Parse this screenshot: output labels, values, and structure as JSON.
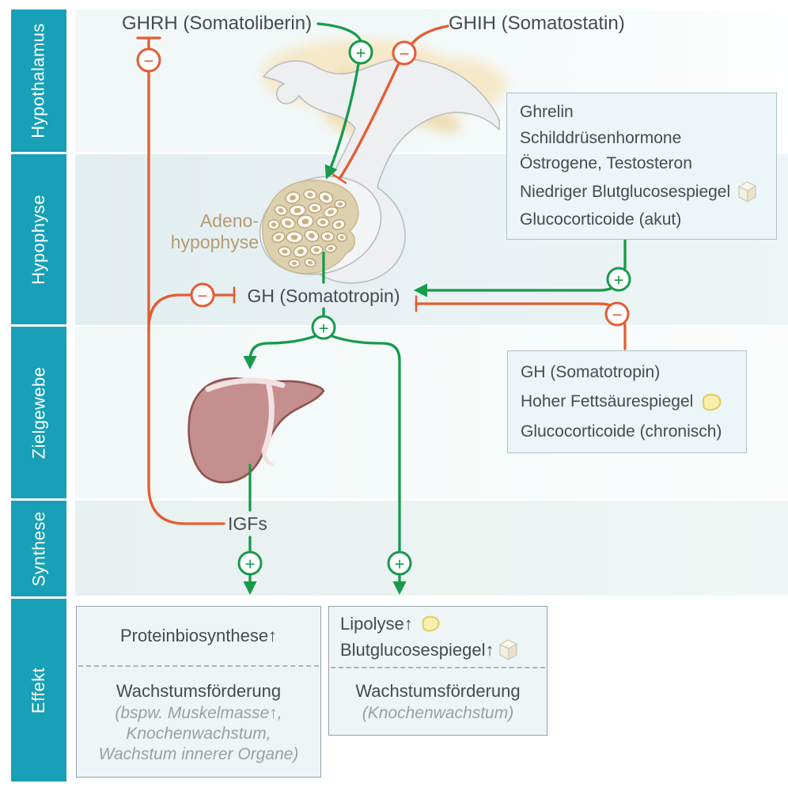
{
  "colors": {
    "teal": "#17a0b6",
    "green": "#169a4c",
    "red": "#e45c33",
    "band_hypophyse": "#e3eef0",
    "band_synthese": "#e7f1ef",
    "info_box_bg": "#ecf5f8",
    "text_dark": "#474b4d",
    "text_gray_italic": "#9ba0a2",
    "adeno_label": "#b49c72"
  },
  "signs": {
    "plus": "+",
    "minus": "−"
  },
  "sidebar": {
    "items": [
      {
        "label": "Hypothalamus"
      },
      {
        "label": "Hypophyse"
      },
      {
        "label": "Zielgewebe"
      },
      {
        "label": "Synthese"
      },
      {
        "label": "Effekt"
      }
    ]
  },
  "hormones": {
    "ghrh": "GHRH (Somatoliberin)",
    "ghih": "GHIH (Somatostatin)",
    "gh": "GH (Somatotropin)",
    "igfs": "IGFs"
  },
  "pituitary": {
    "label_line1": "Adeno-",
    "label_line2": "hypophyse"
  },
  "boxes": {
    "stimulators": {
      "lines": [
        "Ghrelin",
        "Schilddrüsenhormone",
        "Östrogene, Testosteron",
        "Niedriger Blutglucosespiegel",
        "Glucocorticoide (akut)"
      ]
    },
    "inhibitors": {
      "lines": [
        "GH (Somatotropin)",
        "Hoher Fettsäurespiegel",
        "Glucocorticoide (chronisch)"
      ]
    },
    "effect_protein": {
      "primary": "Proteinbiosynthese↑",
      "secondary_title": "Wachstumsförderung",
      "secondary_details": [
        "(bspw. Muskelmasse↑,",
        "Knochenwachstum,",
        "Wachstum innerer Organe)"
      ]
    },
    "effect_metabolic": {
      "primary_lines": [
        "Lipolyse↑",
        "Blutglucosespiegel↑"
      ],
      "secondary_title": "Wachstumsförderung",
      "secondary_details": [
        "(Knochenwachstum)"
      ]
    }
  }
}
